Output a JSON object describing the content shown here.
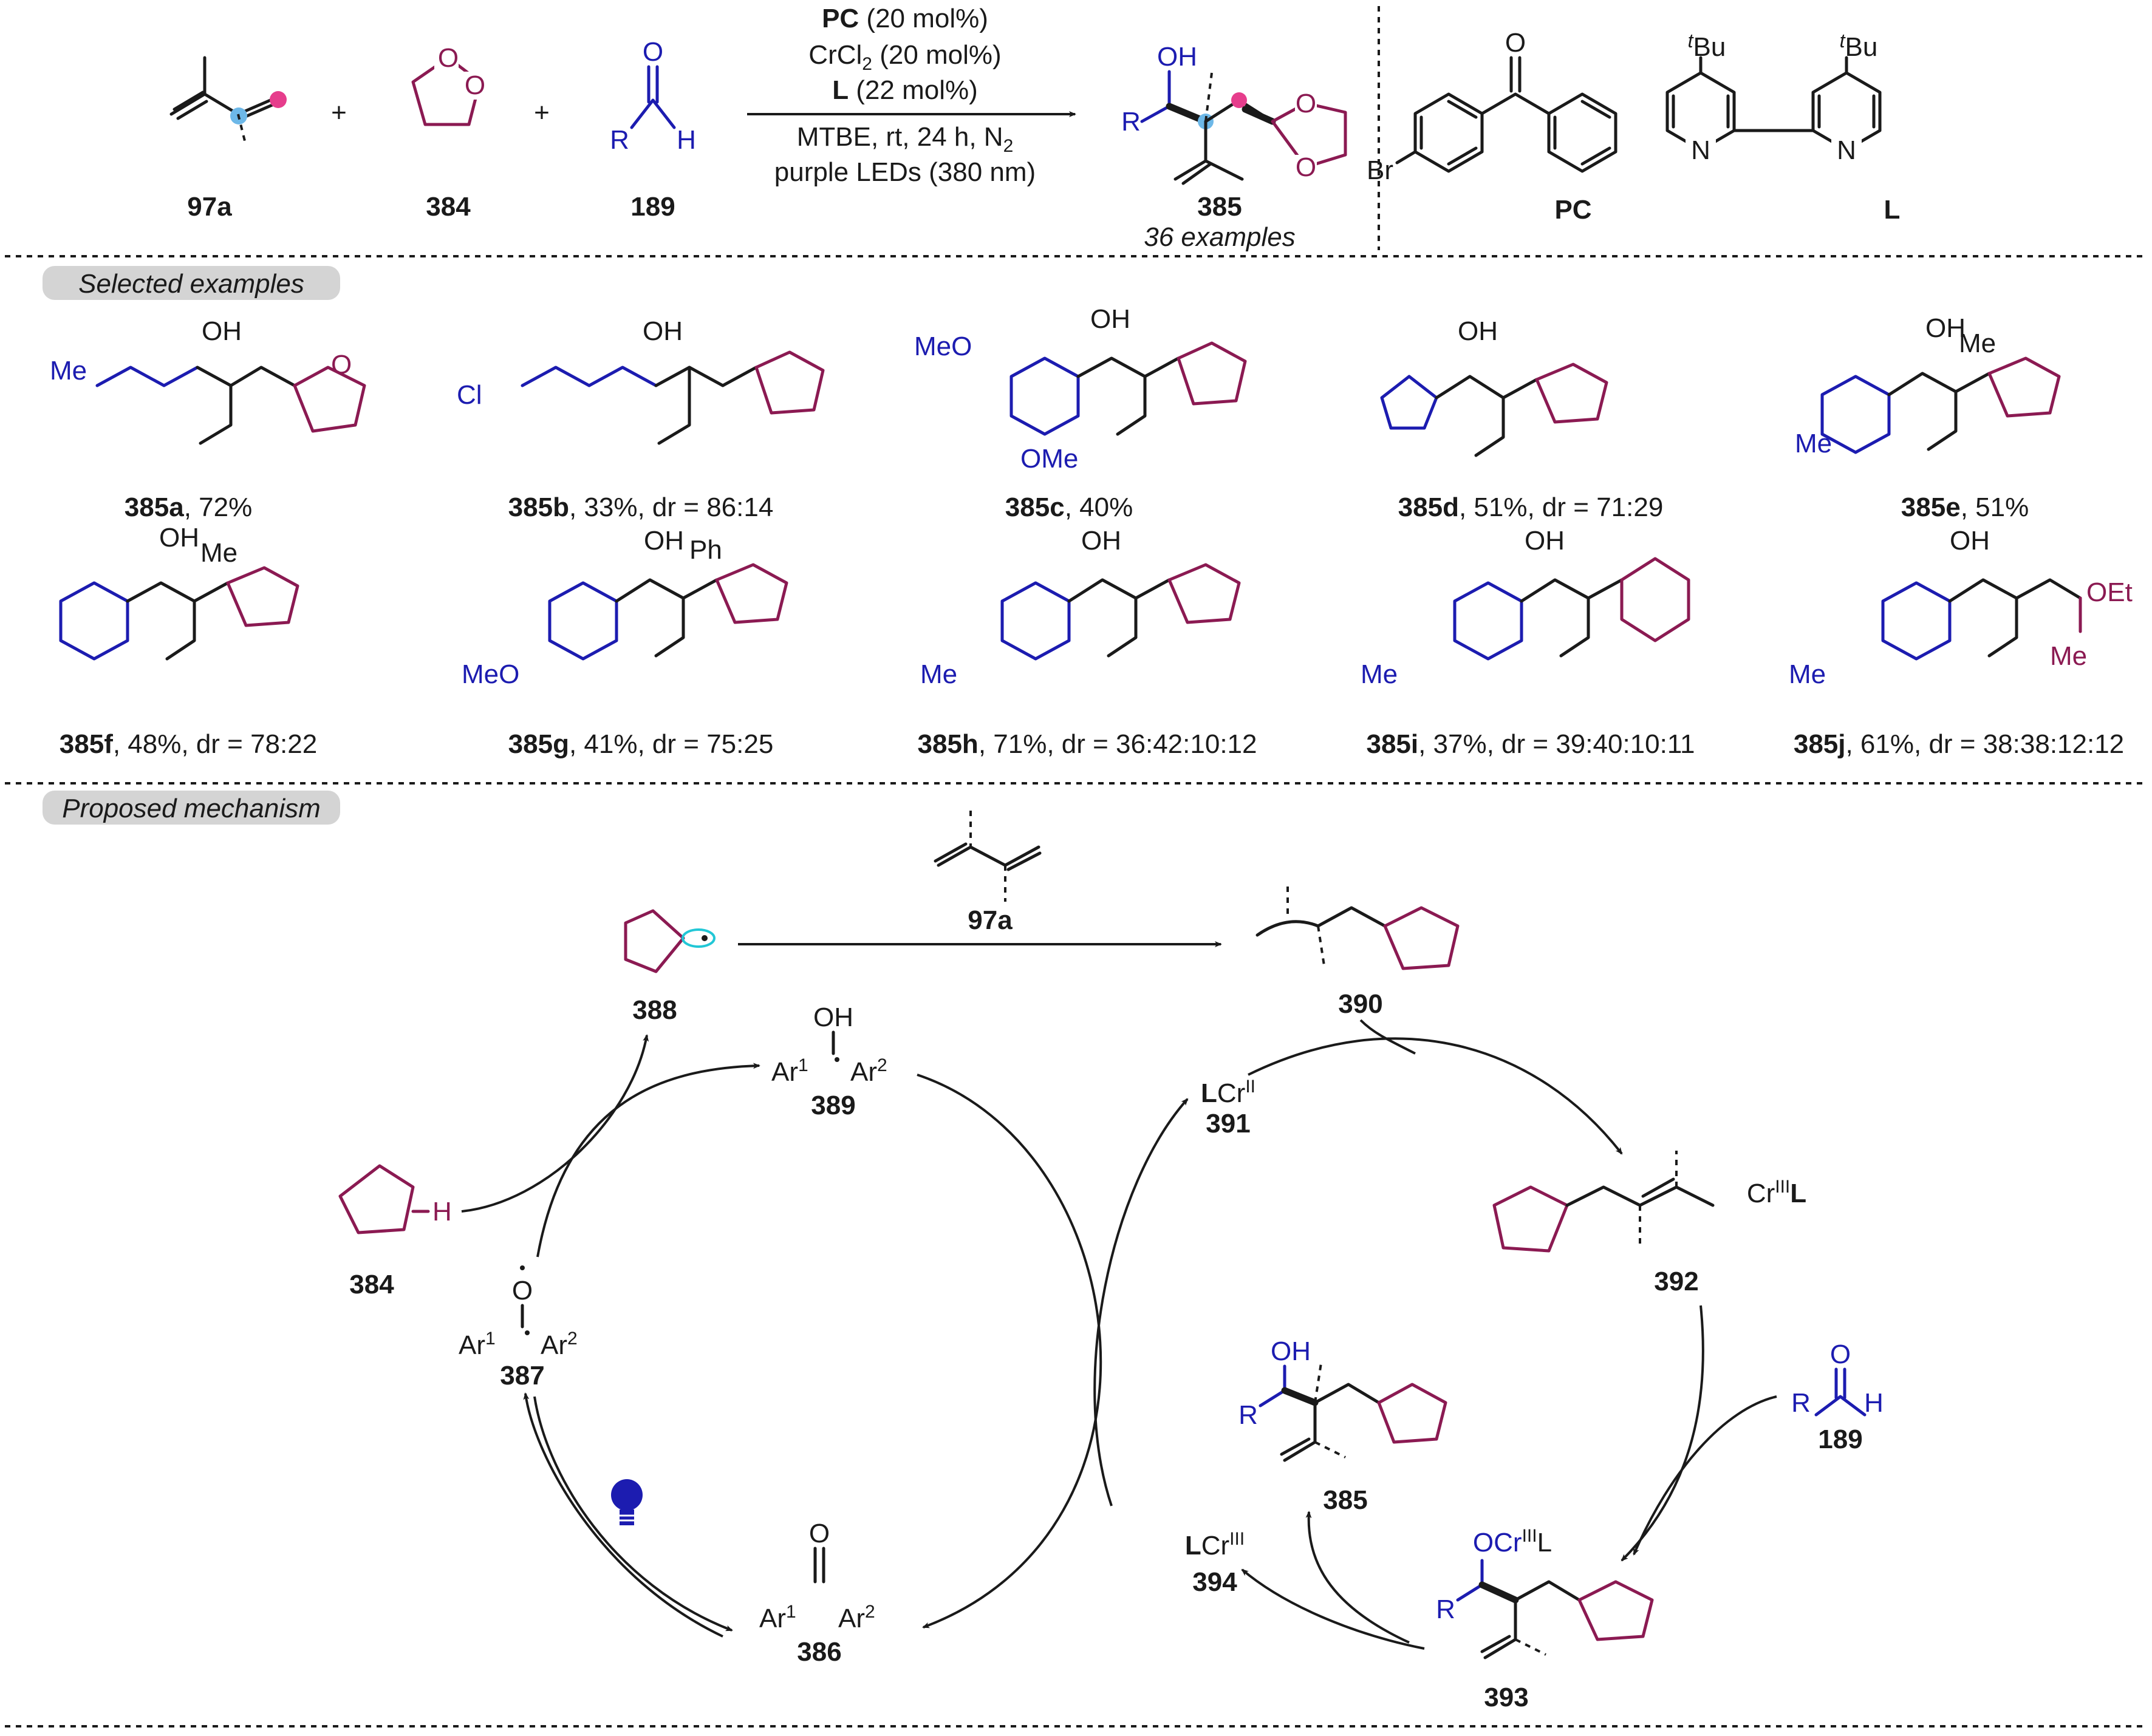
{
  "colors": {
    "text": "#1a1a1a",
    "r_group": "#1c1cb0",
    "dioxolane": "#8b1a52",
    "bulb": "#1c1cb0",
    "pill": "#d4d4d4"
  },
  "scheme": {
    "conditions": {
      "pc": "PC",
      "pc_amt": " (20 mol%)",
      "cr": "CrCl",
      "cr_sub": "2",
      "cr_amt": " (20 mol%)",
      "l": "L",
      "l_amt": " (22 mol%)",
      "solvent_pre": "MTBE, rt, 24 h, N",
      "solvent_sub": "2",
      "light": "purple LEDs (380 nm)"
    },
    "plus": "+",
    "reactants": [
      "97a",
      "384",
      "189"
    ],
    "product": "385",
    "examples_count": "36 examples",
    "labels": {
      "pc": "PC",
      "l": "L"
    },
    "atoms": {
      "o": "O",
      "r": "R",
      "h": "H",
      "oh": "OH",
      "br": "Br",
      "n": "N",
      "tbu_t": "t",
      "tbu": "Bu"
    }
  },
  "sections": {
    "selected": "Selected examples",
    "mechanism": "Proposed mechanism"
  },
  "examples": [
    {
      "id": "385a",
      "rest": ", 72%"
    },
    {
      "id": "385b",
      "rest": ", 33%, dr = 86:14"
    },
    {
      "id": "385c",
      "rest": ", 40%"
    },
    {
      "id": "385d",
      "rest": ", 51%, dr = 71:29"
    },
    {
      "id": "385e",
      "rest": ", 51%"
    },
    {
      "id": "385f",
      "rest": ", 48%, dr = 78:22"
    },
    {
      "id": "385g",
      "rest": ", 41%, dr = 75:25"
    },
    {
      "id": "385h",
      "rest": ", 71%, dr = 36:42:10:12"
    },
    {
      "id": "385i",
      "rest": ", 37%, dr = 39:40:10:11"
    },
    {
      "id": "385j",
      "rest": ", 61%, dr = 38:38:12:12"
    }
  ],
  "substituents": {
    "me": "Me",
    "cl": "Cl",
    "meo": "MeO",
    "ome": "OMe",
    "ph": "Ph",
    "oet": "OEt"
  },
  "mechanism": {
    "ids": {
      "s388": "388",
      "s97a": "97a",
      "s390": "390",
      "s389": "389",
      "s391": "391",
      "s392": "392",
      "s384": "384",
      "s387": "387",
      "s189": "189",
      "s385": "385",
      "s394": "394",
      "s386": "386",
      "s393": "393"
    },
    "ar": "Ar",
    "one": "1",
    "two": "2",
    "lcr": "L",
    "cr": "Cr",
    "ii": "II",
    "iii": "III",
    "ocr": "OCr",
    "l_plain": "L"
  }
}
